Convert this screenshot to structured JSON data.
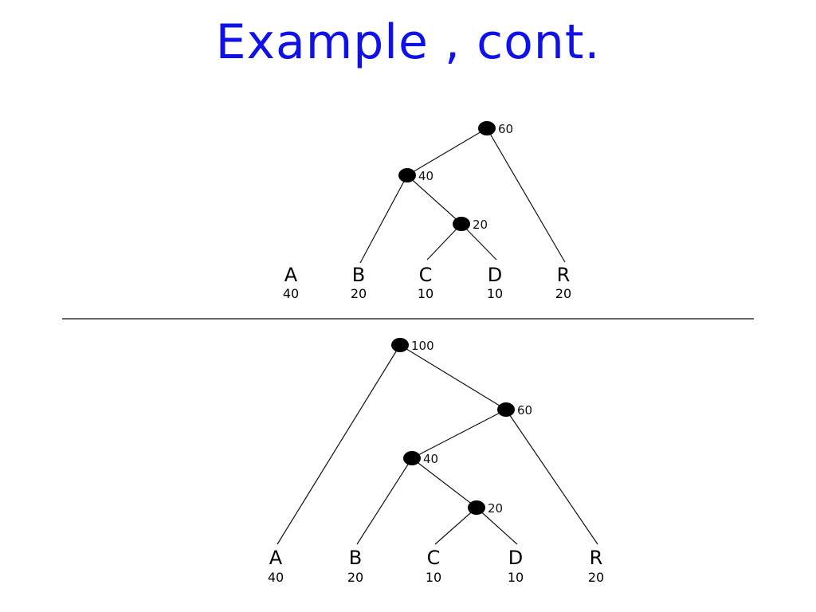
{
  "title": "Example , cont.",
  "colors": {
    "title": "#1010e8",
    "nodes": "#000000",
    "edges": "#111111"
  },
  "trees": [
    {
      "internal_nodes": [
        {
          "id": "n60",
          "label": "60",
          "children": [
            "n40",
            "R"
          ]
        },
        {
          "id": "n40",
          "label": "40",
          "children": [
            "B",
            "n20"
          ]
        },
        {
          "id": "n20",
          "label": "20",
          "children": [
            "C",
            "D"
          ]
        }
      ],
      "leaves": [
        {
          "id": "A",
          "name": "A",
          "value": "40"
        },
        {
          "id": "B",
          "name": "B",
          "value": "20"
        },
        {
          "id": "C",
          "name": "C",
          "value": "10"
        },
        {
          "id": "D",
          "name": "D",
          "value": "10"
        },
        {
          "id": "R",
          "name": "R",
          "value": "20"
        }
      ]
    },
    {
      "internal_nodes": [
        {
          "id": "n100",
          "label": "100",
          "children": [
            "A",
            "n60"
          ]
        },
        {
          "id": "n60",
          "label": "60",
          "children": [
            "n40",
            "R"
          ]
        },
        {
          "id": "n40",
          "label": "40",
          "children": [
            "B",
            "n20"
          ]
        },
        {
          "id": "n20",
          "label": "20",
          "children": [
            "C",
            "D"
          ]
        }
      ],
      "leaves": [
        {
          "id": "A",
          "name": "A",
          "value": "40"
        },
        {
          "id": "B",
          "name": "B",
          "value": "20"
        },
        {
          "id": "C",
          "name": "C",
          "value": "10"
        },
        {
          "id": "D",
          "name": "D",
          "value": "10"
        },
        {
          "id": "R",
          "name": "R",
          "value": "20"
        }
      ]
    }
  ]
}
